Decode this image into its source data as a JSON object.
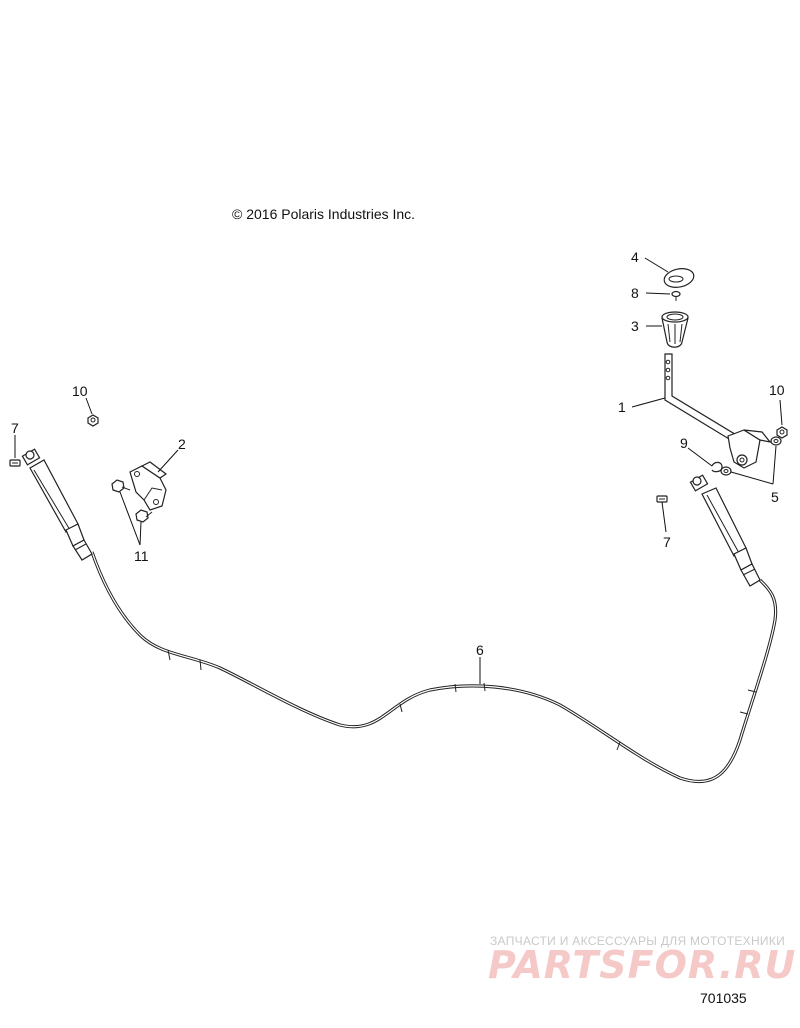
{
  "copyright": "© 2016 Polaris Industries Inc.",
  "figure_number": "701035",
  "watermark": {
    "caption": "ЗАПЧАСТИ И АКСЕССУАРЫ ДЛЯ МОТОТЕХНИКИ",
    "logo": "PARTSFOR.RU",
    "logo_color": "#f6c9c9"
  },
  "callouts": [
    "4",
    "8",
    "3",
    "1",
    "10",
    "9",
    "5",
    "7",
    "6",
    "10",
    "7",
    "2",
    "11"
  ]
}
